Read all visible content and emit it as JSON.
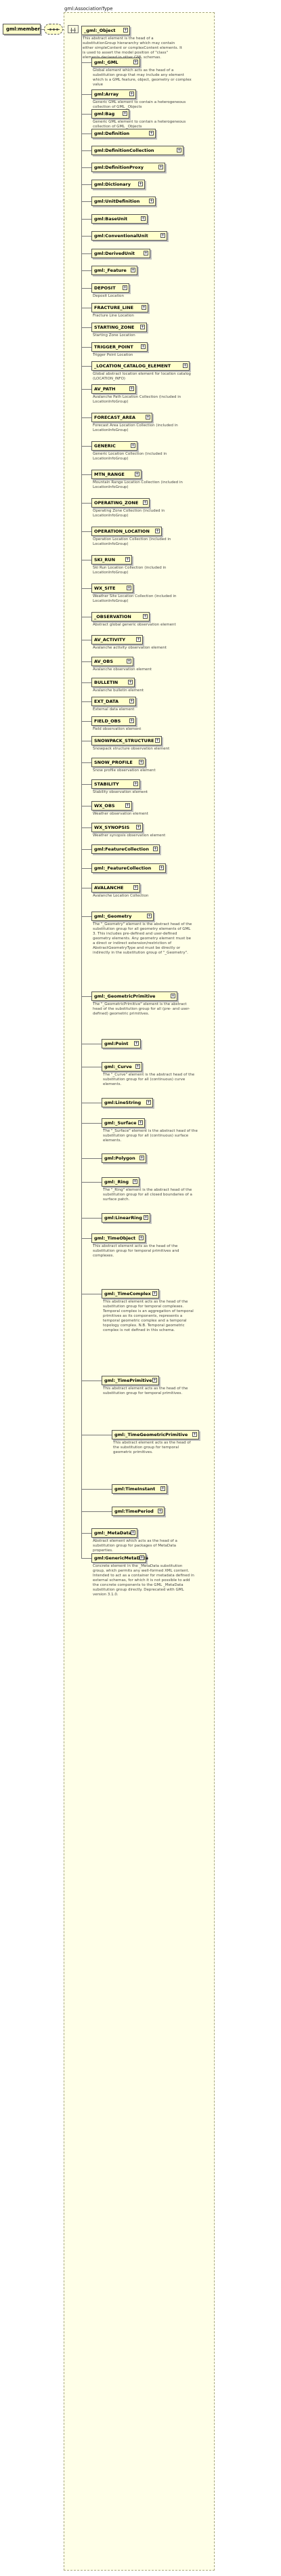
{
  "root": {
    "name": "gml:member"
  },
  "type_label": "gml:AssociationType",
  "first_element": {
    "name": "_gml:_Object",
    "doc": "This abstract element is the head of a substitutionGroup hierararchy which may contain either simpleContent or complexContent elements. It is used to assert the model position of \"class\" elements declared in other GML schemas."
  },
  "elements": [
    {
      "name": "gml:_GML",
      "doc": "Global element which acts as the head of a substitution group that may include any element which is a GML feature, object, geometry or complex value"
    },
    {
      "name": "gml:Array",
      "doc": "Generic GML element to contain a heterogeneous collection of GML _Objects"
    },
    {
      "name": "gml:Bag",
      "doc": "Generic GML element to contain a heterogeneous collection of GML _Objects"
    },
    {
      "name": "gml:Definition",
      "doc": ""
    },
    {
      "name": "gml:DefinitionCollection",
      "doc": ""
    },
    {
      "name": "gml:DefinitionProxy",
      "doc": ""
    },
    {
      "name": "gml:Dictionary",
      "doc": ""
    },
    {
      "name": "gml:UnitDefinition",
      "doc": ""
    },
    {
      "name": "gml:BaseUnit",
      "doc": ""
    },
    {
      "name": "gml:ConventionalUnit",
      "doc": ""
    },
    {
      "name": "gml:DerivedUnit",
      "doc": ""
    },
    {
      "name": "gml:_Feature",
      "doc": ""
    },
    {
      "name": "DEPOSIT",
      "doc": "Deposit Location"
    },
    {
      "name": "FRACTURE_LINE",
      "doc": "Fracture Line Location"
    },
    {
      "name": "STARTING_ZONE",
      "doc": "Starting Zone Location"
    },
    {
      "name": "TRIGGER_POINT",
      "doc": "Trigger Point Location"
    },
    {
      "name": "_LOCATION_CATALOG_ELEMENT",
      "doc": "Global abstract location element for location catalog (LOCATION_INFO)"
    },
    {
      "name": "AV_PATH",
      "doc": "Avalanche Path Location Collection (included in LocationInfoGroup)"
    },
    {
      "name": "FORECAST_AREA",
      "doc": "Forecast Area Location Collection (included in LocationInfoGroup)"
    },
    {
      "name": "GENERIC",
      "doc": "Generic Location Collection (included in LocationInfoGroup)"
    },
    {
      "name": "MTN_RANGE",
      "doc": "Mountain Range Location Collection (included in LocationInfoGroup)"
    },
    {
      "name": "OPERATING_ZONE",
      "doc": "Operating Zone Collection (included in LocationInfoGroup)"
    },
    {
      "name": "OPERATION_LOCATION",
      "doc": "Operation Location Collection (included in LocationInfoGroup)"
    },
    {
      "name": "SKI_RUN",
      "doc": "Ski Run Location Collection (included in LocationInfoGroup)"
    },
    {
      "name": "WX_SITE",
      "doc": "Weather Site Location Collection (included in LocationInfoGroup)"
    },
    {
      "name": "_OBSERVATION",
      "doc": "Abstract global generic observation element"
    },
    {
      "name": "AV_ACTIVITY",
      "doc": "Avalanche activity observation element"
    },
    {
      "name": "AV_OBS",
      "doc": "Avalanche observation element"
    },
    {
      "name": "BULLETIN",
      "doc": "Avalanche bulletin element"
    },
    {
      "name": "EXT_DATA",
      "doc": "External data element"
    },
    {
      "name": "FIELD_OBS",
      "doc": "Field observation element"
    },
    {
      "name": "SNOWPACK_STRUCTURE",
      "doc": "Snowpack structure observation element"
    },
    {
      "name": "SNOW_PROFILE",
      "doc": "Snow profile observation element"
    },
    {
      "name": "STABILITY",
      "doc": "Stability observation element"
    },
    {
      "name": "WX_OBS",
      "doc": "Weather observation element"
    },
    {
      "name": "WX_SYNOPSIS",
      "doc": "Weather synopsis observation element"
    },
    {
      "name": "gml:FeatureCollection",
      "doc": ""
    },
    {
      "name": "gml:_FeatureCollection",
      "doc": ""
    },
    {
      "name": "AVALANCHE",
      "doc": "Avalanche Location Collection"
    },
    {
      "name": "gml:_Geometry",
      "doc": "The \"_Geometry\" element is the abstract head of the substitution group for all geometry elements of GML 3. This includes pre-defined and user-defined geometry elements. Any geometry element must be a direct or indirect extension/restriction of AbstractGeometryType and must be directly or indirectly in the substitution group of \"_Geometry\"."
    },
    {
      "name": "gml:_GeometricPrimitive",
      "doc": "The \"_GeometricPrimitive\" element is the abstract head of the substitution group for all (pre- and user-defined) geometric primitives."
    },
    {
      "name": "gml:Point",
      "doc": ""
    },
    {
      "name": "gml:_Curve",
      "doc": "The \"_Curve\" element is the abstract head of the substitution group for all (continuous) curve elements."
    },
    {
      "name": "gml:LineString",
      "doc": ""
    },
    {
      "name": "gml:_Surface",
      "doc": "The \"_Surface\" element is the abstract head of the substitution group for all (continuous) surface elements."
    },
    {
      "name": "gml:Polygon",
      "doc": ""
    },
    {
      "name": "gml:_Ring",
      "doc": "The \"_Ring\" element is the abstract head of the substitution group for all closed boundaries of a surface patch."
    },
    {
      "name": "gml:LinearRing",
      "doc": ""
    },
    {
      "name": "gml:_TimeObject",
      "doc": "This abstract element acts as the head of the substitution group for temporal primitives and complexes."
    },
    {
      "name": "gml:_TimeComplex",
      "doc": "This abstract element acts as the head of the substitution group for temporal complexes. Temporal complex is an aggregation of temporal primitives as its components, represents a temporal geometric complex and a temporal topology complex. N.B. Temporal geometric complex is not defined in this schema."
    },
    {
      "name": "gml:_TimePrimitive",
      "doc": "This abstract element acts as the head of the substitution group for temporal primitives."
    },
    {
      "name": "gml:_TimeGeometricPrimitive",
      "doc": "This abstract element acts as the head of the substitution group for temporal geometric primitives."
    },
    {
      "name": "gml:TimeInstant",
      "doc": ""
    },
    {
      "name": "gml:TimePeriod",
      "doc": ""
    },
    {
      "name": "gml:_MetaData",
      "doc": "Abstract element which acts as the head of a substitution group for packages of MetaData properties."
    },
    {
      "name": "gml:GenericMetaData",
      "doc": "Concrete element in the _MetaData substitution group, which permits any well-formed XML content. Intended to act as a container for metadata defined in external schemas, for which it is not possible to add the concrete components to the GML _MetaData substitution group directly. Deprecated with GML version 3.1.0."
    }
  ]
}
